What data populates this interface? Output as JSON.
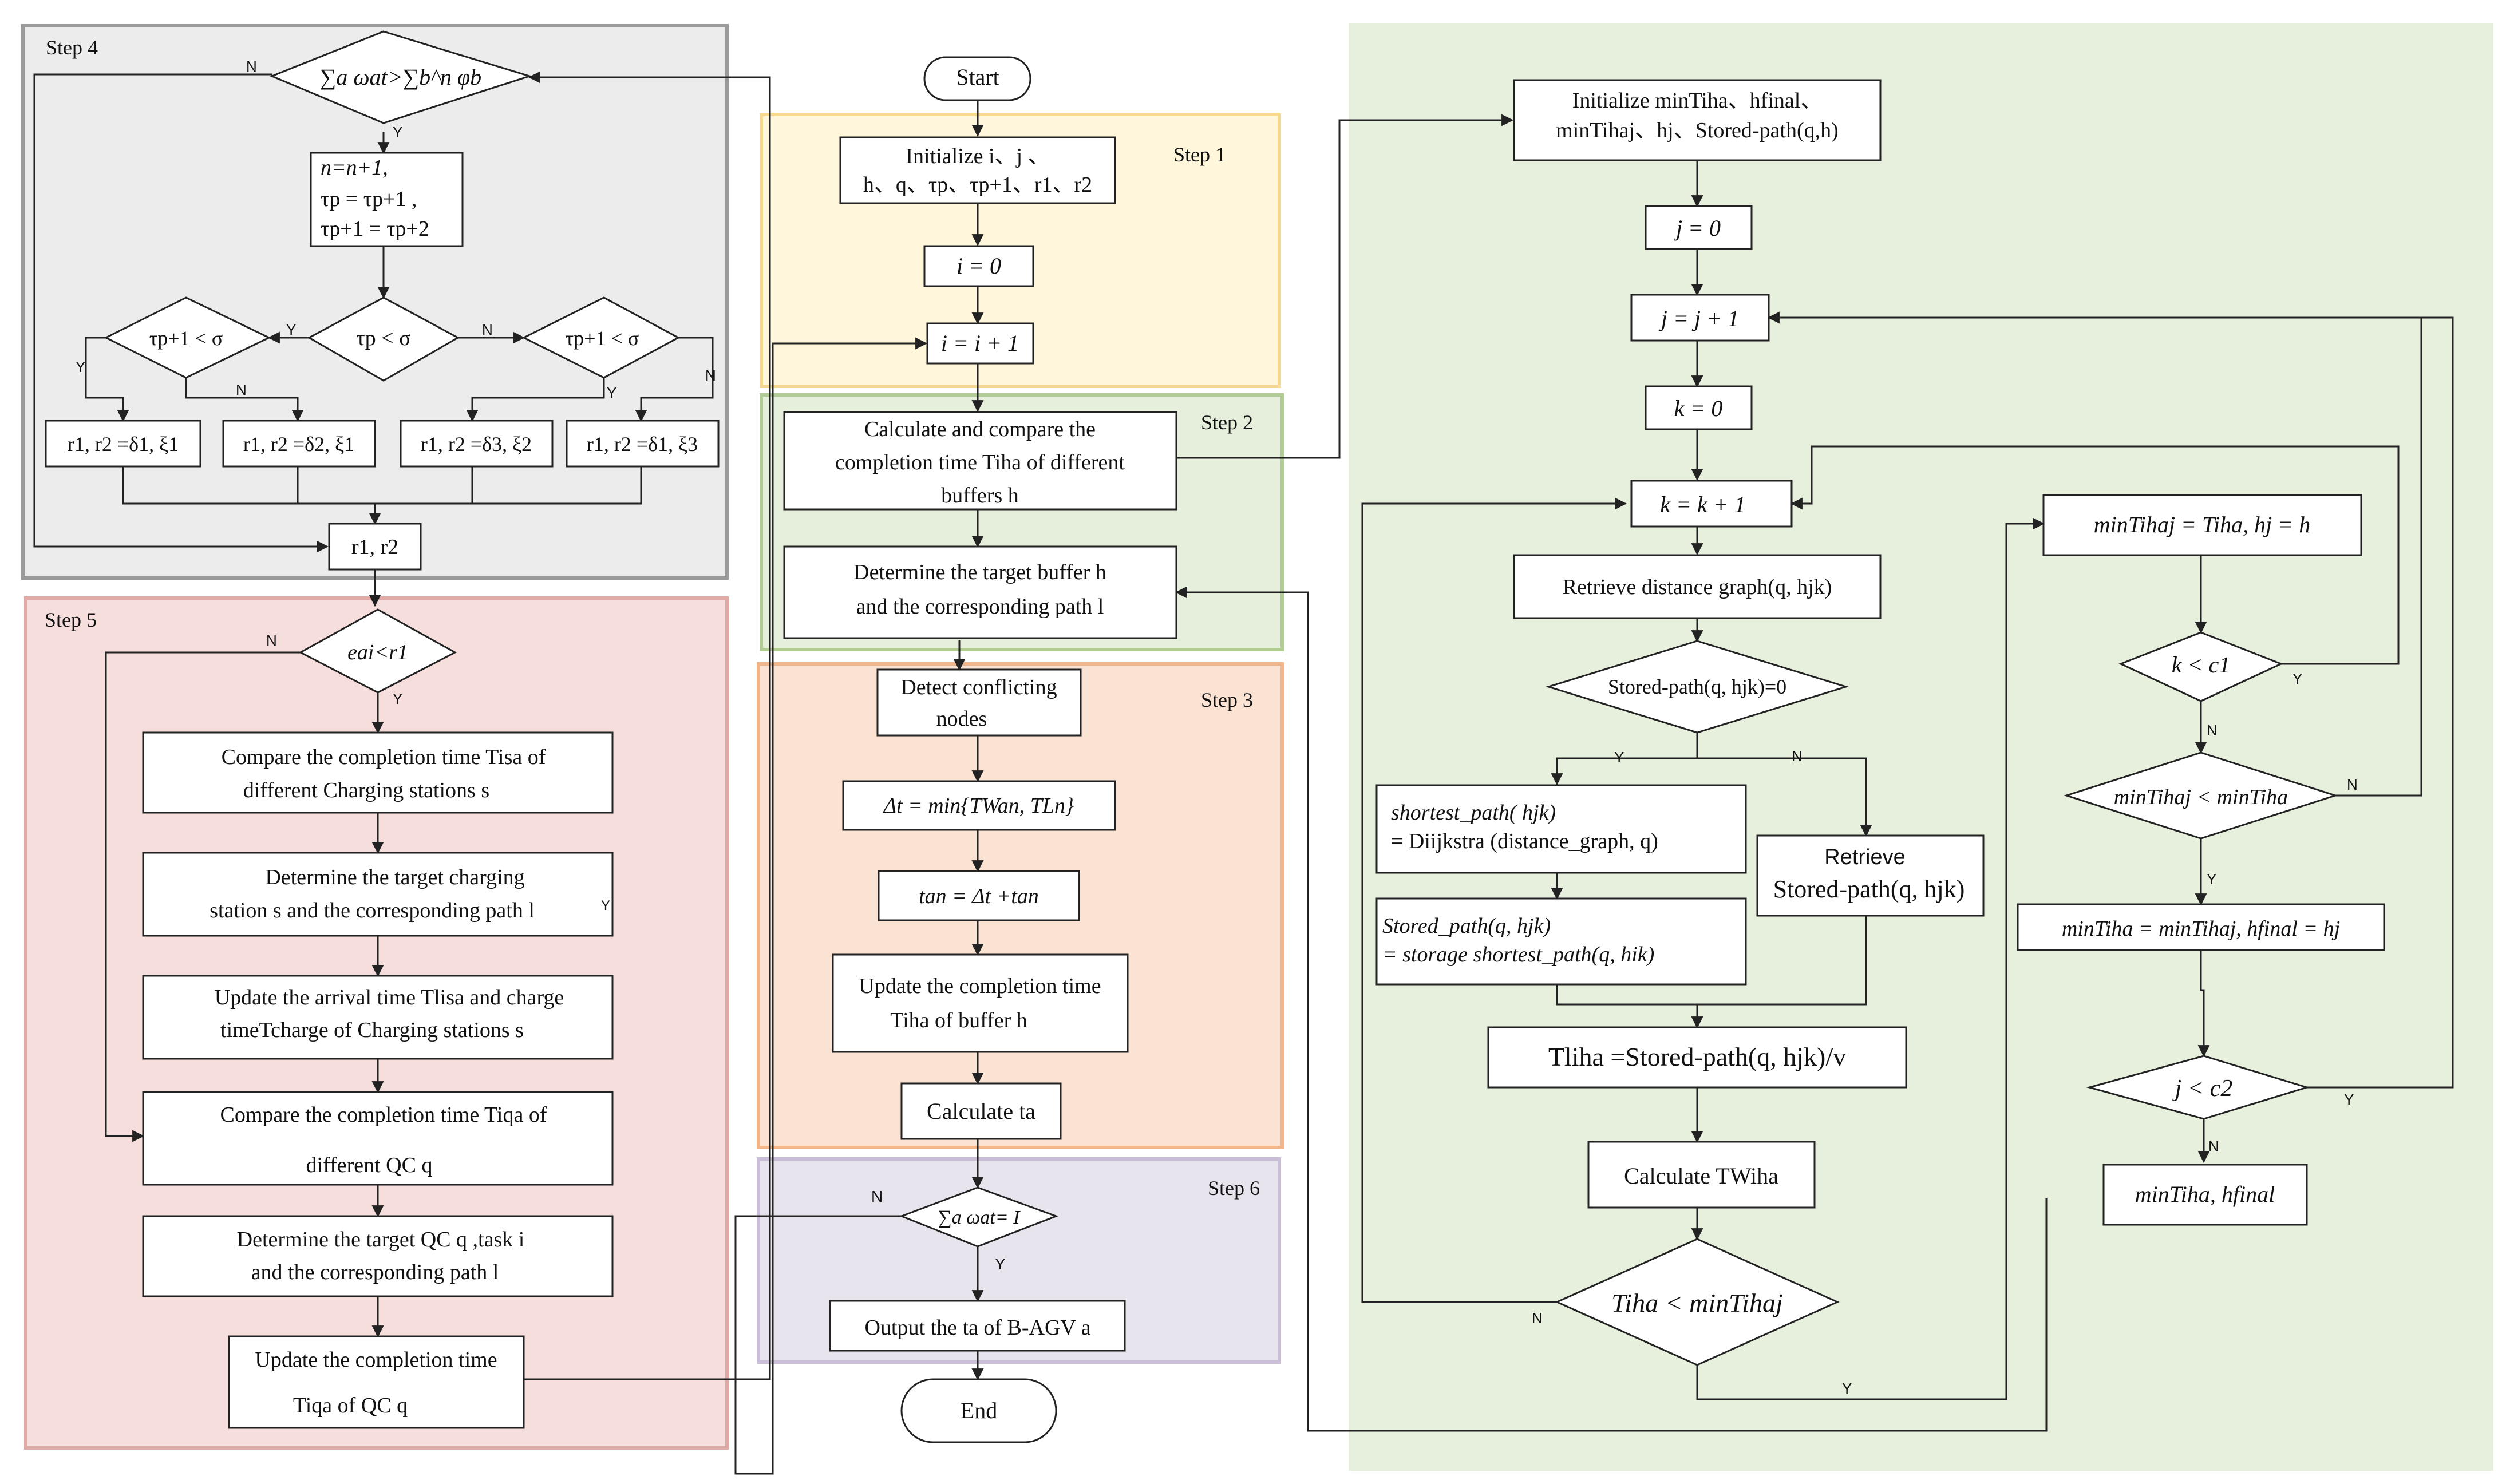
{
  "steps": {
    "step1": "Step 1",
    "step2": "Step 2",
    "step3": "Step 3",
    "step4": "Step 4",
    "step5": "Step 5",
    "step6": "Step 6"
  },
  "flags": {
    "yes": "Y",
    "no": "N"
  },
  "center": {
    "start": "Start",
    "init_l1": "Initialize i、j 、",
    "init_l2": "h、q、τp、τp+1、r1、r2",
    "i0": "i = 0",
    "ii1": "i = i + 1",
    "calc_l1": "Calculate and compare the",
    "calc_l2": "completion time Tiha of different",
    "calc_l3": "buffers h",
    "det_l1": "Determine the target buffer h",
    "det_l2": "and the corresponding path l",
    "detect_l1": "Detect conflicting",
    "detect_l2": "nodes",
    "dt": "Δt = min{TWan, TLn}",
    "tan": "tan = Δt +tan",
    "upd_l1": "Update the completion time",
    "upd_l2": "Tiha of buffer h",
    "calc_ta": "Calculate ta",
    "sum_cond": "∑a ωat= I",
    "output": "Output the ta of B-AGV a",
    "end": "End"
  },
  "step4": {
    "sum_cond": "∑a ωat>∑b^n φb",
    "upd_l1": "n=n+1,",
    "upd_l2": "τp = τp+1 ,",
    "upd_l3": "τp+1 = τp+2",
    "d_mid": "τp < σ",
    "d_left": "τp+1 < σ",
    "d_right": "τp+1 < σ",
    "box1": "r1, r2 =δ1, ξ1",
    "box2": "r1, r2 =δ2, ξ1",
    "box3": "r1, r2 =δ3, ξ2",
    "box4": "r1, r2 =δ1, ξ3",
    "r1r2": "r1, r2"
  },
  "step5": {
    "cond": "eai<r1",
    "b1_l1": "Compare the completion time Tisa of",
    "b1_l2": "different Charging stations s",
    "b2_l1": "Determine the target charging",
    "b2_l2": "station s and the corresponding path l",
    "b3_l1": "Update the arrival time Tlisa and charge",
    "b3_l2": "timeTcharge of Charging stations s",
    "b4_l1": "Compare the completion time Tiqa of",
    "b4_l2": "different QC q",
    "b5_l1": "Determine the target QC q ,task i",
    "b5_l2": "and the corresponding path l",
    "b6_l1": "Update the completion time",
    "b6_l2": "Tiqa of QC q"
  },
  "right": {
    "init_l1": "Initialize minTiha、hfinal、",
    "init_l2": "minTihaj、hj、Stored-path(q,h)",
    "j0": "j = 0",
    "jj1": "j = j + 1",
    "k0": "k = 0",
    "kk1": "k = k + 1",
    "retrieve": "Retrieve distance graph(q, hjk)",
    "stored_cond": "Stored-path(q, hjk)=0",
    "sp_l1": "shortest_path( hjk)",
    "sp_l2": "= Diijkstra (distance_graph, q)",
    "ret2_l1": "Retrieve",
    "ret2_l2": "Stored-path(q, hjk)",
    "stp_l1": "Stored_path(q, hjk)",
    "stp_l2": "= storage shortest_path(q, hik)",
    "tl": "Tliha =Stored-path(q, hjk)/v",
    "calc_tw": "Calculate TWiha",
    "cmp": "Tiha < minTihaj",
    "set_min": "minTihaj = Tiha, hj = h",
    "k_cond": "k < c1",
    "min_cond": "minTihaj < minTiha",
    "assign": "minTiha = minTihaj, hfinal = hj",
    "j_cond": "j < c2",
    "result": "minTiha, hfinal"
  },
  "colors": {
    "step1": "#fff6dc",
    "step2": "#e6efdc",
    "step3": "#fbe3d3",
    "step4": "#ececec",
    "step5": "#f5dedc",
    "step6": "#e8e4ee",
    "right_panel": "#e7efdd"
  }
}
